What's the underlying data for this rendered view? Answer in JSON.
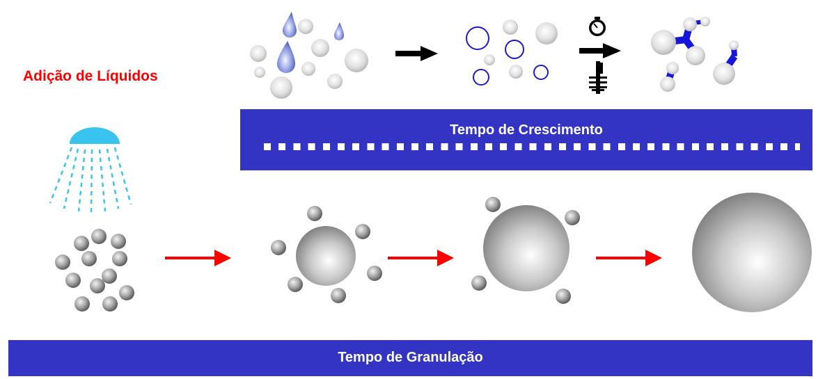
{
  "labels": {
    "liquid_addition": "Adição de Líquidos",
    "growth_time": "Tempo de Crescimento",
    "granulation_time": "Tempo de Granulação"
  },
  "colors": {
    "band": "#3434c4",
    "liquid_label": "#ff0000",
    "granulation_arrow": "#ff0000",
    "growth_arrow": "#000000",
    "spray": "#39c3ef",
    "droplet": "#6f7fd6",
    "wetted_particle_ring": "#1a1ad0",
    "liquid_bridge": "#1616d8"
  },
  "icons": {
    "sprayer": "shower-head-icon",
    "clock": "stopwatch-icon",
    "mixer": "impeller-icon"
  }
}
